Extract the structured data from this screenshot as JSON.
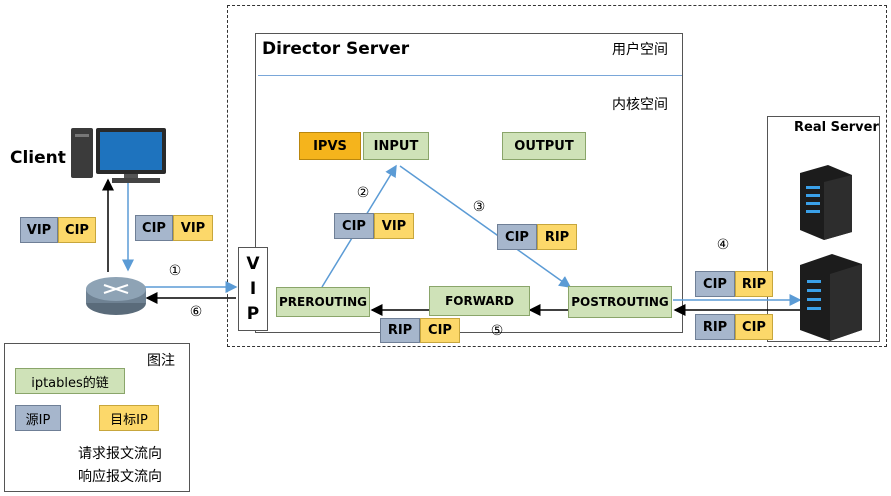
{
  "client": {
    "label": "Client"
  },
  "director": {
    "title": "Director Server",
    "user_space": "用户空间",
    "kernel_space": "内核空间",
    "ipvs": "IPVS",
    "input": "INPUT",
    "output": "OUTPUT",
    "prerouting": "PREROUTING",
    "forward": "FORWARD",
    "postrouting": "POSTROUTING",
    "vip_letters": [
      "V",
      "I",
      "P"
    ]
  },
  "real_server": {
    "title": "Real Server"
  },
  "packets": {
    "client_resp": {
      "src": "VIP",
      "dst": "CIP"
    },
    "client_req": {
      "src": "CIP",
      "dst": "VIP"
    },
    "pre_to_input": {
      "src": "CIP",
      "dst": "VIP"
    },
    "input_to_post": {
      "src": "CIP",
      "dst": "RIP"
    },
    "to_real": {
      "src": "CIP",
      "dst": "RIP"
    },
    "from_real": {
      "src": "RIP",
      "dst": "CIP"
    },
    "forward_resp": {
      "src": "RIP",
      "dst": "CIP"
    }
  },
  "steps": [
    "①",
    "②",
    "③",
    "④",
    "⑤",
    "⑥"
  ],
  "legend": {
    "title": "图注",
    "chain": "iptables的链",
    "source_ip": "源IP",
    "target_ip": "目标IP",
    "request_flow": "请求报文流向",
    "response_flow": "响应报文流向"
  },
  "colors": {
    "request_arrow": "#5b9bd5",
    "response_arrow": "#000000",
    "chain_fill": "#cfe2b8",
    "ipvs_fill": "#f5b41c",
    "source_fill": "#a6b6cc",
    "target_fill": "#fcd86a"
  }
}
